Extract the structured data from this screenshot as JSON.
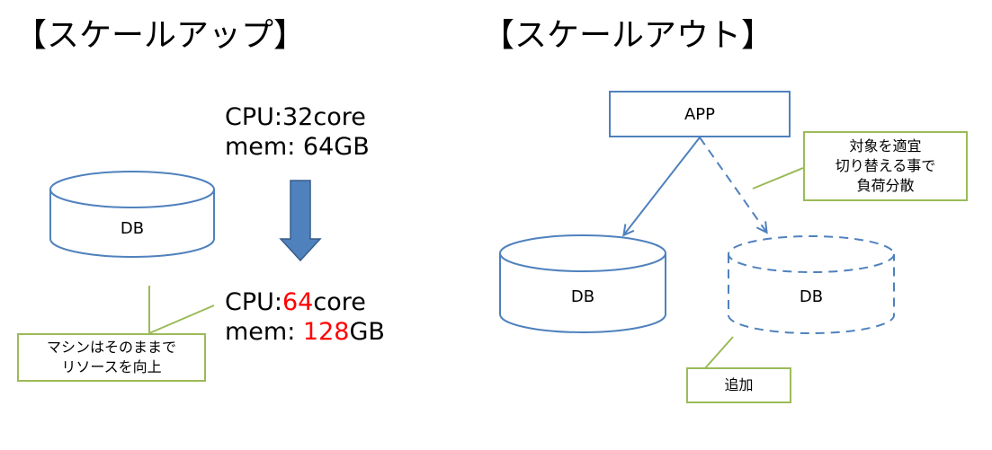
{
  "scale_up": {
    "title": "【スケールアップ】",
    "db_label": "DB",
    "before": {
      "cpu_prefix": "CPU:",
      "cpu_value": "32",
      "cpu_suffix": "core",
      "mem_prefix": "mem: ",
      "mem_value": "64",
      "mem_suffix": "GB"
    },
    "after": {
      "cpu_prefix": "CPU:",
      "cpu_value": "64",
      "cpu_suffix": "core",
      "mem_prefix": "mem: ",
      "mem_value": "128",
      "mem_suffix": "GB"
    },
    "note_lines": [
      "マシンはそのままで",
      "リソースを向上"
    ]
  },
  "scale_out": {
    "title": "【スケールアウト】",
    "app_label": "APP",
    "db_existing_label": "DB",
    "db_added_label": "DB",
    "switch_note_lines": [
      "対象を適宜",
      "切り替える事で",
      "負荷分散"
    ],
    "add_note": "追加"
  },
  "colors": {
    "shape_stroke": "#4f81bd",
    "arrow_fill": "#4f81bd",
    "note_border": "#9bbb59",
    "highlight": "#ff0000"
  }
}
